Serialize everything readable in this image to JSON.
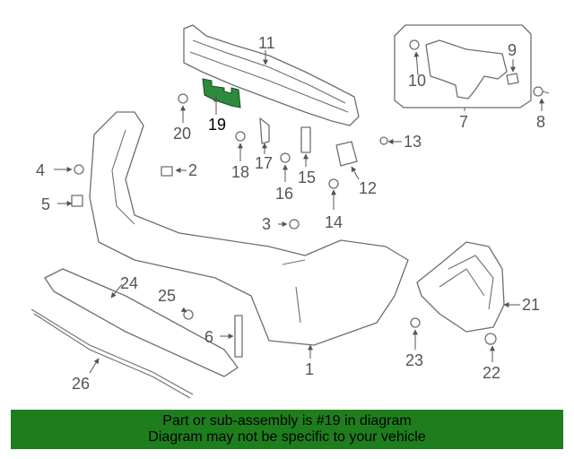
{
  "callouts": {
    "p1": "1",
    "p2": "2",
    "p3": "3",
    "p4": "4",
    "p5": "5",
    "p6": "6",
    "p7": "7",
    "p8": "8",
    "p9": "9",
    "p10": "10",
    "p11": "11",
    "p12": "12",
    "p13": "13",
    "p14": "14",
    "p15": "15",
    "p16": "16",
    "p17": "17",
    "p18": "18",
    "p19": "19",
    "p20": "20",
    "p21": "21",
    "p22": "22",
    "p23": "23",
    "p24": "24",
    "p25": "25",
    "p26": "26"
  },
  "highlight": {
    "part_number": "19",
    "color": "#1e7e1e"
  },
  "banner": {
    "line1": "Part or sub-assembly is #19 in diagram",
    "line2": "Diagram may not be specific to your vehicle",
    "background": "#1e7e1e"
  }
}
